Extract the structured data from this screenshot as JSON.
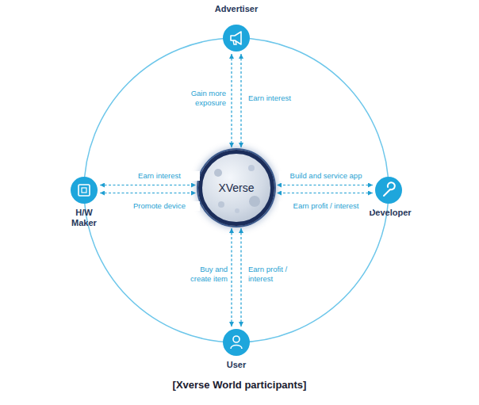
{
  "diagram": {
    "caption": "[Xverse World participants]",
    "nodes": [
      {
        "text": [
          "Advertiser"
        ]
      },
      {
        "text": [
          "H/W Maker"
        ]
      },
      {
        "text": [
          "XVerse"
        ]
      },
      {
        "text": [
          "Developer"
        ]
      },
      {
        "text": [
          "User"
        ]
      }
    ],
    "edges": [
      {
        "from": 0,
        "to": 2,
        "label": "Gain more exposure",
        "arrow": "both"
      },
      {
        "from": 0,
        "to": 2,
        "label": "Earn interest",
        "arrow": "both"
      },
      {
        "from": 1,
        "to": 2,
        "label": "Earn interest",
        "arrow": "both"
      },
      {
        "from": 1,
        "to": 2,
        "label": "Promote device",
        "arrow": "both"
      },
      {
        "from": 3,
        "to": 2,
        "label": "Build and service app",
        "arrow": "both"
      },
      {
        "from": 3,
        "to": 2,
        "label": "Earn profit / interest",
        "arrow": "both"
      },
      {
        "from": 4,
        "to": 2,
        "label": "Buy and create item",
        "arrow": "both"
      },
      {
        "from": 4,
        "to": 2,
        "label": "Earn profit / interest",
        "arrow": "both"
      }
    ]
  }
}
